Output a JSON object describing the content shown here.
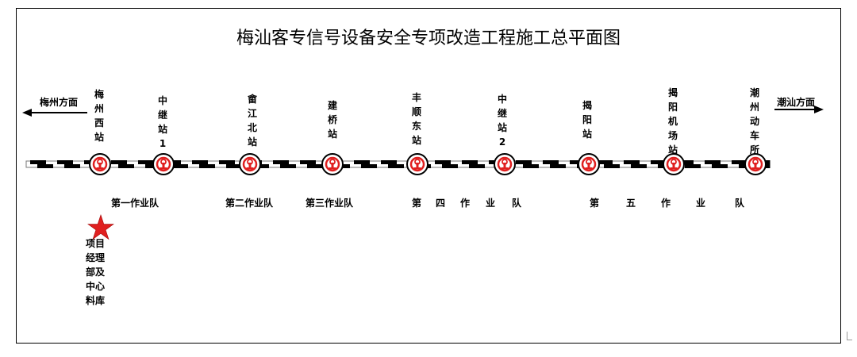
{
  "title": "梅汕客专信号设备安全专项改造工程施工总平面图",
  "directions": {
    "left": "梅州方面",
    "right": "潮汕方面"
  },
  "stations": [
    {
      "name": "梅\n州\n西\n站"
    },
    {
      "name": "中\n继\n站\n1"
    },
    {
      "name": "畲\n江\n北\n站"
    },
    {
      "name": "建\n桥\n站"
    },
    {
      "name": "丰\n顺\n东\n站"
    },
    {
      "name": "中\n继\n站\n2"
    },
    {
      "name": "揭\n阳\n站"
    },
    {
      "name": "揭\n阳\n机\n场\n站"
    },
    {
      "name": "潮\n州\n动\n车\n所"
    }
  ],
  "teams": {
    "t1": "第一作业队",
    "t2": "第二作业队",
    "t3": "第三作业队",
    "t4": [
      "第",
      "四",
      "作",
      "业",
      "队"
    ],
    "t5": [
      "第",
      "五",
      "作",
      "业",
      "队"
    ]
  },
  "project_office": {
    "label": "项目\n经理\n部及\n中心\n料库",
    "marker_icon": "star-icon"
  },
  "colors": {
    "rail": "#000000",
    "station_icon": "#e02020",
    "star": "#e02020"
  }
}
